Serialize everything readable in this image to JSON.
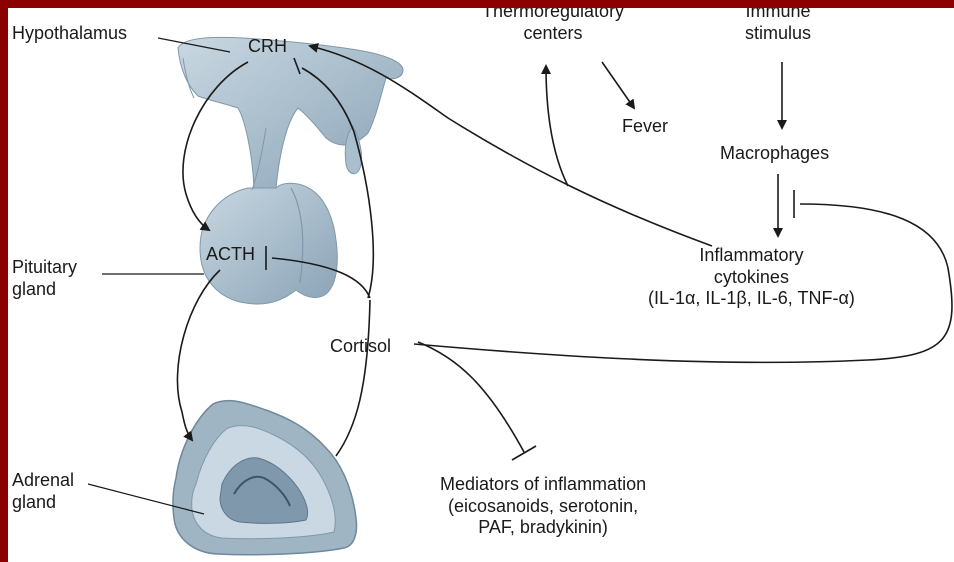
{
  "labels": {
    "hypothalamus": "Hypothalamus",
    "crh": "CRH",
    "pituitary_gland": "Pituitary\ngland",
    "acth": "ACTH",
    "adrenal_gland": "Adrenal\ngland",
    "cortisol": "Cortisol",
    "thermoregulatory_centers": "Thermoregulatory\ncenters",
    "fever": "Fever",
    "immune_stimulus": "Immune\nstimulus",
    "macrophages": "Macrophages",
    "inflammatory_cytokines": "Inflammatory\ncytokines\n(IL-1α, IL-1β, IL-6, TNF-α)",
    "mediators_of_inflammation": "Mediators of inflammation\n(eicosanoids, serotonin,\nPAF, bradykinin)"
  },
  "colors": {
    "border": "#8b0000",
    "anatomy_fill": "#a9bfce",
    "anatomy_shade": "#7f98ab",
    "anatomy_light": "#c9d8e2",
    "line": "#1a1a1a"
  }
}
